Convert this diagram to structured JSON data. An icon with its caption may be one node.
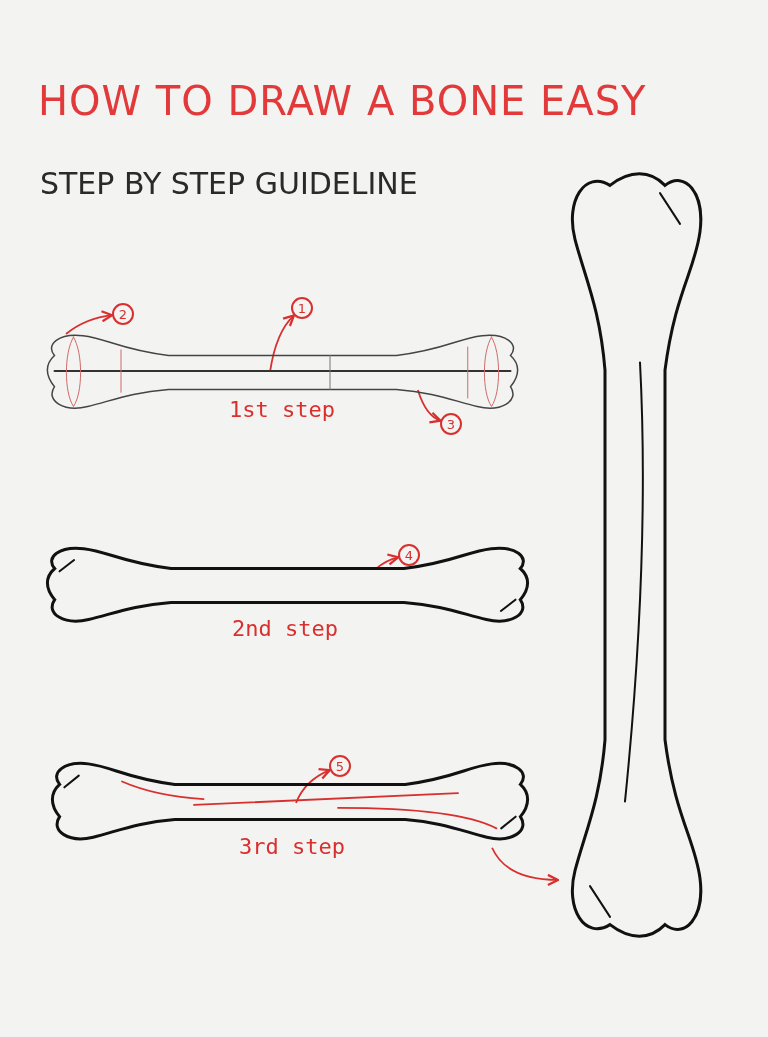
{
  "diagram": {
    "title": "HOW TO DRAW A BONE EASY",
    "nodes": [
      {
        "text": [],
        "shape": "picture",
        "beside": [
          "1st step"
        ]
      },
      {
        "text": [
          "1"
        ]
      },
      {
        "text": [
          "2"
        ]
      },
      {
        "text": [
          "3"
        ]
      },
      {
        "text": [],
        "shape": "picture",
        "beside": [
          "2nd step"
        ]
      },
      {
        "text": [
          "4"
        ]
      },
      {
        "text": [],
        "shape": "picture",
        "beside": [
          "3rd step"
        ]
      },
      {
        "text": [
          "5"
        ]
      },
      {
        "text": [],
        "shape": "picture"
      }
    ],
    "edges": [
      {
        "from": 0,
        "to": 1,
        "arrow": "to"
      },
      {
        "from": 0,
        "to": 2,
        "arrow": "to"
      },
      {
        "from": 0,
        "to": 3,
        "arrow": "to"
      },
      {
        "from": 4,
        "to": 5,
        "arrow": "to"
      },
      {
        "from": 6,
        "to": 7,
        "arrow": "to"
      },
      {
        "from": 6,
        "to": 8,
        "arrow": "to"
      }
    ],
    "labels": [
      "STEP BY STEP GUIDELINE"
    ]
  }
}
